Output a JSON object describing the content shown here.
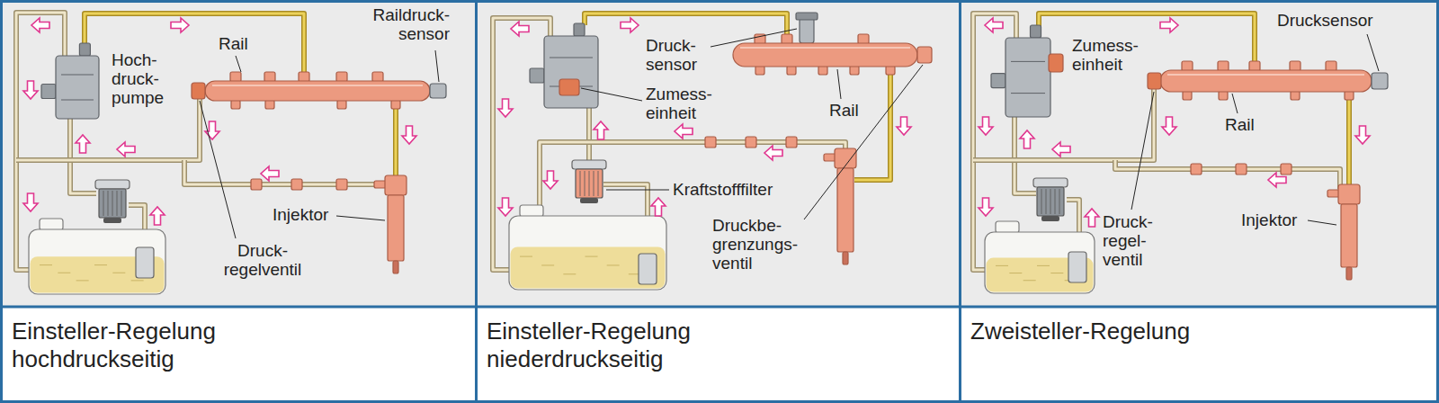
{
  "diagram": {
    "nodes": [
      {
        "text": [
          "Einsteller-Regelung hochdruckseitig"
        ]
      },
      {
        "text": [
          "Einsteller-Regelung niederdruckseitig"
        ]
      },
      {
        "text": [
          "Zweisteller-Regelung"
        ]
      }
    ],
    "labels": [
      "Hoch- druck- pumpe",
      "Rail",
      "Raildruck- sensor",
      "Injektor",
      "Druck- regelventil",
      "Druck- sensor",
      "Zumess- einheit",
      "Rail",
      "Kraftstofffilter",
      "Druckbe- grenzungs- ventil",
      "Zumess- einheit",
      "Drucksensor",
      "Rail",
      "Druck- regel- ventil",
      "Injektor"
    ]
  }
}
